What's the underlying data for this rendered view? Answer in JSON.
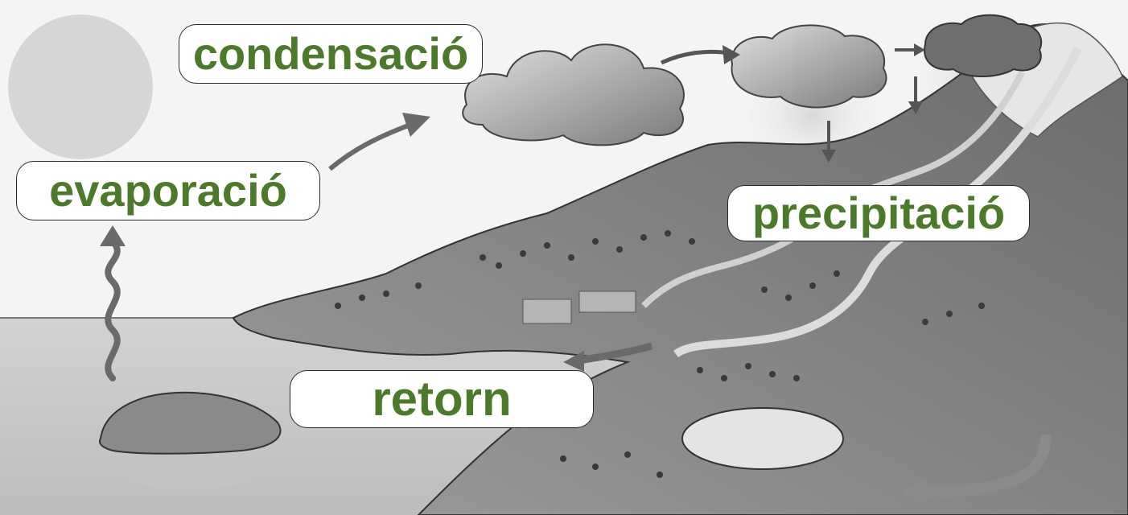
{
  "labels": {
    "condensacio": "condensació",
    "evaporacio": "evaporació",
    "precipitacio": "precipitació",
    "retorn": "retorn"
  },
  "colors": {
    "label_text": "#4a7a2a",
    "label_border": "#2b2b2b",
    "sun": "#d4d4d4",
    "sea": "#cfcfcf",
    "land": "#8e8e8e",
    "cloud": "#a9a9a9",
    "arrow": "#6a6a6a"
  },
  "icons": [
    "sun-icon",
    "cloud-icon",
    "arrow-icon",
    "island-icon",
    "lake-icon",
    "mountain-icon"
  ]
}
